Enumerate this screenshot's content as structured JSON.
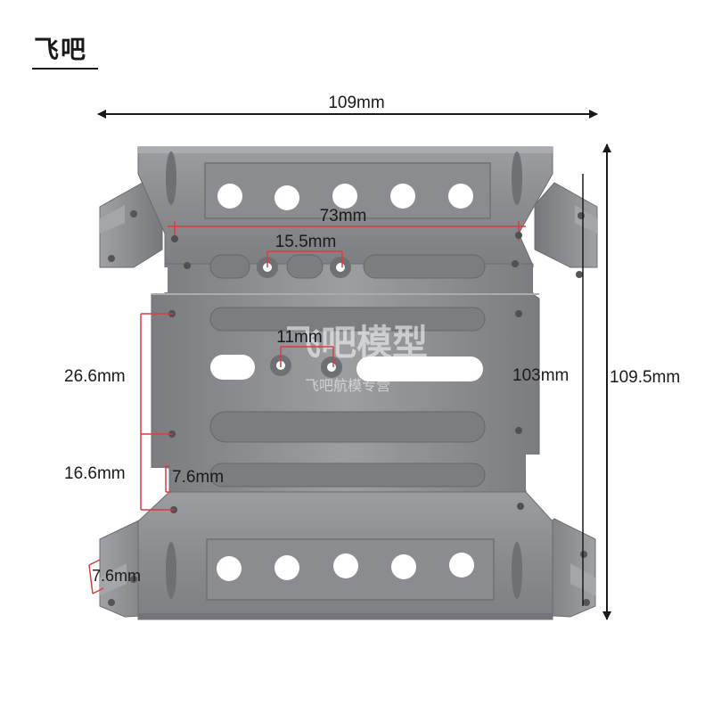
{
  "brand": {
    "text": "飞吧"
  },
  "dimensions": {
    "overall_width": "109mm",
    "overall_height": "109.5mm",
    "inner_height": "103mm",
    "hole_span_wide": "73mm",
    "hole_span_small": "15.5mm",
    "hole_span_center": "11mm",
    "vertical_span_upper": "26.6mm",
    "vertical_span_lower": "16.6mm",
    "offset_inner": "7.6mm",
    "offset_side": "7.6mm"
  },
  "watermark": {
    "main": "飞吧模型",
    "sub": "飞吧航模专营"
  },
  "colors": {
    "metal": "#8c8e92",
    "metal_dark": "#6a6c70",
    "metal_light": "#a7a9ad",
    "dimension_red": "#e0393e",
    "dimension_black": "#1a1a1a"
  }
}
